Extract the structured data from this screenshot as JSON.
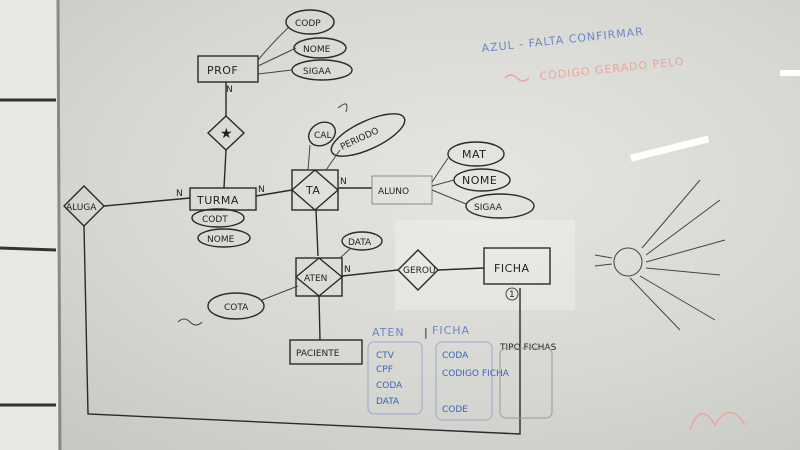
{
  "legend": {
    "blue": "AZUL - FALTA CONFIRMAR",
    "red": "CÓDIGO GERADO PELO"
  },
  "entities": {
    "prof": "PROF",
    "turma": "TURMA",
    "ta": "TA",
    "aluno": "ALUNO",
    "aten": "ATEN",
    "paciente": "PACIENTE",
    "ficha": "FICHA"
  },
  "relations": {
    "aluga": "ALUGA",
    "gerou": "GEROU"
  },
  "attributes": {
    "prof_cod": "CODP",
    "prof_nome": "NOME",
    "prof_sigaa": "SIGAA",
    "turma_cod": "CODT",
    "turma_nome": "NOME",
    "ta_cal": "CAL",
    "ta_periodo": "PERIODO",
    "aluno_mat": "MAT",
    "aluno_nome": "NOME",
    "aluno_sigaa": "SIGAA",
    "aten_data": "DATA",
    "aten_cota": "COTA"
  },
  "cardinalities": {
    "prof_n": "N",
    "turma_n_left": "N",
    "turma_n_right": "N",
    "ta_n": "N",
    "aten_n": "N",
    "ficha_1": "1"
  },
  "notes": {
    "aten_title": "ATEN",
    "aten_fields": [
      "CTV",
      "CPF",
      "CODA",
      "DATA"
    ],
    "ficha_title": "FICHA",
    "ficha_fields": [
      "CODA",
      "CODIGO FICHA",
      "CODE"
    ],
    "tipo": "TIPO FICHAS"
  },
  "colors": {
    "ink": "#2a2a2a",
    "blue": "#3a63b8",
    "red": "#e8a79b",
    "board": "#dcddd8"
  }
}
